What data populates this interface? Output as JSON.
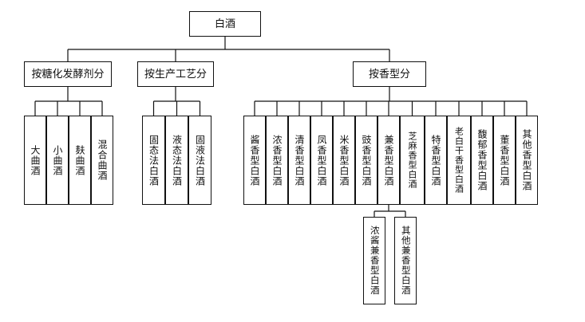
{
  "root": "白酒",
  "categories": [
    {
      "label": "按糖化发酵剂分",
      "children": [
        "大曲酒",
        "小曲酒",
        "麸曲酒",
        "混合曲酒"
      ]
    },
    {
      "label": "按生产工艺分",
      "children": [
        "固态法白酒",
        "液态法白酒",
        "固液法白酒"
      ]
    },
    {
      "label": "按香型分",
      "children": [
        "酱香型白酒",
        "浓香型白酒",
        "清香型白酒",
        "凤香型白酒",
        "米香型白酒",
        "豉香型白酒",
        "兼香型白酒",
        "芝麻香型白酒",
        "特香型白酒",
        "老白干香型白酒",
        "馥郁香型白酒",
        "董香型白酒",
        "其他香型白酒"
      ],
      "sub": {
        "parent_index": 6,
        "children": [
          "浓酱兼香型白酒",
          "其他兼香型白酒"
        ]
      }
    }
  ]
}
